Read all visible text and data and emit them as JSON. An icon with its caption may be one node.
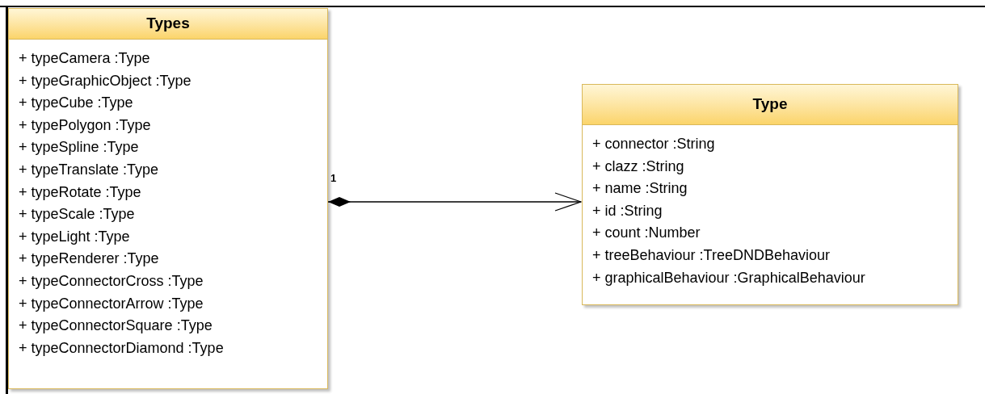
{
  "diagram": {
    "nodes": [
      {
        "text": [
          "Types",
          "+ typeCamera :Type",
          "+ typeGraphicObject :Type",
          "+ typeCube :Type",
          "+ typePolygon :Type",
          "+ typeSpline :Type",
          "+ typeTranslate :Type",
          "+ typeRotate :Type",
          "+ typeScale :Type",
          "+ typeLight :Type",
          "+ typeRenderer :Type",
          "+ typeConnectorCross :Type",
          "+ typeConnectorArrow :Type",
          "+ typeConnectorSquare :Type",
          "+ typeConnectorDiamond :Type"
        ]
      },
      {
        "text": [
          "Type",
          "+ connector :String",
          "+ clazz :String",
          "+ name :String",
          "+ id :String",
          "+ count :Number",
          "+ treeBehaviour :TreeDNDBehaviour",
          "+ graphicalBehaviour :GraphicalBehaviour"
        ]
      }
    ],
    "edges": [
      {
        "from": 0,
        "to": 1,
        "arrow": "to",
        "label": "1"
      }
    ]
  }
}
